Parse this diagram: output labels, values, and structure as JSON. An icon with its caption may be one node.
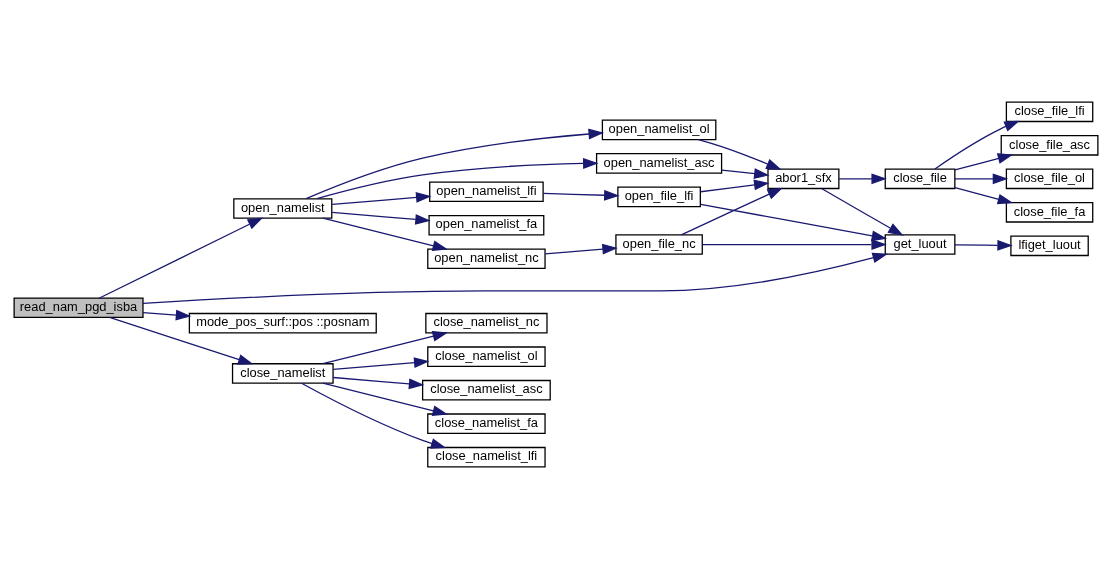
{
  "diagram": {
    "nodes": [
      {
        "text": [
          "read_nam_pgd_isba"
        ]
      },
      {
        "text": [
          "open_namelist"
        ]
      },
      {
        "text": [
          "mode_pos_surf::pos ::posnam"
        ]
      },
      {
        "text": [
          "close_namelist"
        ]
      },
      {
        "text": [
          "open_namelist_asc"
        ]
      },
      {
        "text": [
          "open_namelist_ol"
        ]
      },
      {
        "text": [
          "open_namelist_nc"
        ]
      },
      {
        "text": [
          "open_namelist_fa"
        ]
      },
      {
        "text": [
          "open_namelist_lfi"
        ]
      },
      {
        "text": [
          "get_luout"
        ]
      },
      {
        "text": [
          "abor1_sfx"
        ]
      },
      {
        "text": [
          "open_file_nc"
        ]
      },
      {
        "text": [
          "open_file_lfi"
        ]
      },
      {
        "text": [
          "close_file"
        ]
      },
      {
        "text": [
          "lfiget_luout"
        ]
      },
      {
        "text": [
          "close_file_fa"
        ]
      },
      {
        "text": [
          "close_file_lfi"
        ]
      },
      {
        "text": [
          "close_file_asc"
        ]
      },
      {
        "text": [
          "close_file_ol"
        ]
      },
      {
        "text": [
          "close_namelist_fa"
        ]
      },
      {
        "text": [
          "close_namelist_lfi"
        ]
      },
      {
        "text": [
          "close_namelist_nc"
        ]
      },
      {
        "text": [
          "close_namelist_ol"
        ]
      },
      {
        "text": [
          "close_namelist_asc"
        ]
      }
    ],
    "edges": [
      {
        "from": 0,
        "to": 1,
        "arrow": "to"
      },
      {
        "from": 0,
        "to": 9,
        "arrow": "to"
      },
      {
        "from": 0,
        "to": 2,
        "arrow": "to"
      },
      {
        "from": 0,
        "to": 3,
        "arrow": "to"
      },
      {
        "from": 1,
        "to": 4,
        "arrow": "to"
      },
      {
        "from": 1,
        "to": 5,
        "arrow": "to"
      },
      {
        "from": 1,
        "to": 6,
        "arrow": "to"
      },
      {
        "from": 1,
        "to": 7,
        "arrow": "to"
      },
      {
        "from": 1,
        "to": 8,
        "arrow": "to"
      },
      {
        "from": 4,
        "to": 10,
        "arrow": "to"
      },
      {
        "from": 5,
        "to": 10,
        "arrow": "to"
      },
      {
        "from": 6,
        "to": 11,
        "arrow": "to"
      },
      {
        "from": 11,
        "to": 10,
        "arrow": "to"
      },
      {
        "from": 11,
        "to": 9,
        "arrow": "to"
      },
      {
        "from": 8,
        "to": 12,
        "arrow": "to"
      },
      {
        "from": 12,
        "to": 10,
        "arrow": "to"
      },
      {
        "from": 12,
        "to": 9,
        "arrow": "to"
      },
      {
        "from": 10,
        "to": 13,
        "arrow": "to"
      },
      {
        "from": 10,
        "to": 9,
        "arrow": "to"
      },
      {
        "from": 13,
        "to": 15,
        "arrow": "to"
      },
      {
        "from": 13,
        "to": 16,
        "arrow": "to"
      },
      {
        "from": 13,
        "to": 17,
        "arrow": "to"
      },
      {
        "from": 13,
        "to": 18,
        "arrow": "to"
      },
      {
        "from": 9,
        "to": 14,
        "arrow": "to"
      },
      {
        "from": 3,
        "to": 19,
        "arrow": "to"
      },
      {
        "from": 3,
        "to": 20,
        "arrow": "to"
      },
      {
        "from": 3,
        "to": 21,
        "arrow": "to"
      },
      {
        "from": 3,
        "to": 22,
        "arrow": "to"
      },
      {
        "from": 3,
        "to": 23,
        "arrow": "to"
      }
    ]
  }
}
